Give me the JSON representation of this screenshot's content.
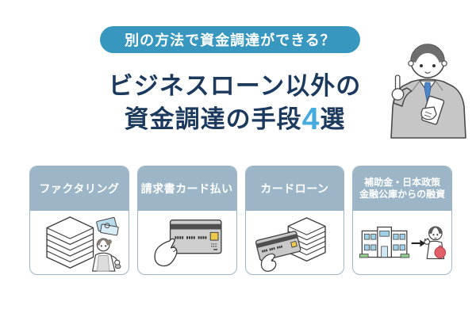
{
  "badge": {
    "label": "別の方法で資金調達ができる？",
    "bg_color": "#3797bf",
    "text_color": "#ffffff"
  },
  "title": {
    "line1": "ビジネスローン以外の",
    "line2_prefix": "資金調達の手段",
    "count": "4",
    "line2_suffix": "選",
    "text_color": "#1c3a5e",
    "count_color": "#45abdd"
  },
  "mascot": {
    "icon": "businessman-pointing-up-icon",
    "suit_color": "#c6c6c6",
    "tie_color": "#4b86c8"
  },
  "cards": [
    {
      "title": "ファクタリング",
      "icon": "invoice-stack-and-owner-icon"
    },
    {
      "title": "請求書カード払い",
      "icon": "hand-holding-credit-card-icon"
    },
    {
      "title": "カードローン",
      "icon": "credit-card-and-bill-stack-icon"
    },
    {
      "title_line1": "補助金・日本政策",
      "title_line2": "金融公庫からの融資",
      "icon": "bank-to-borrower-icon"
    }
  ],
  "card_style": {
    "header_bg": "#9cb6c7",
    "header_text_color": "#ffffff",
    "border_color": "#9cb6c7",
    "body_bg": "#ffffff"
  }
}
